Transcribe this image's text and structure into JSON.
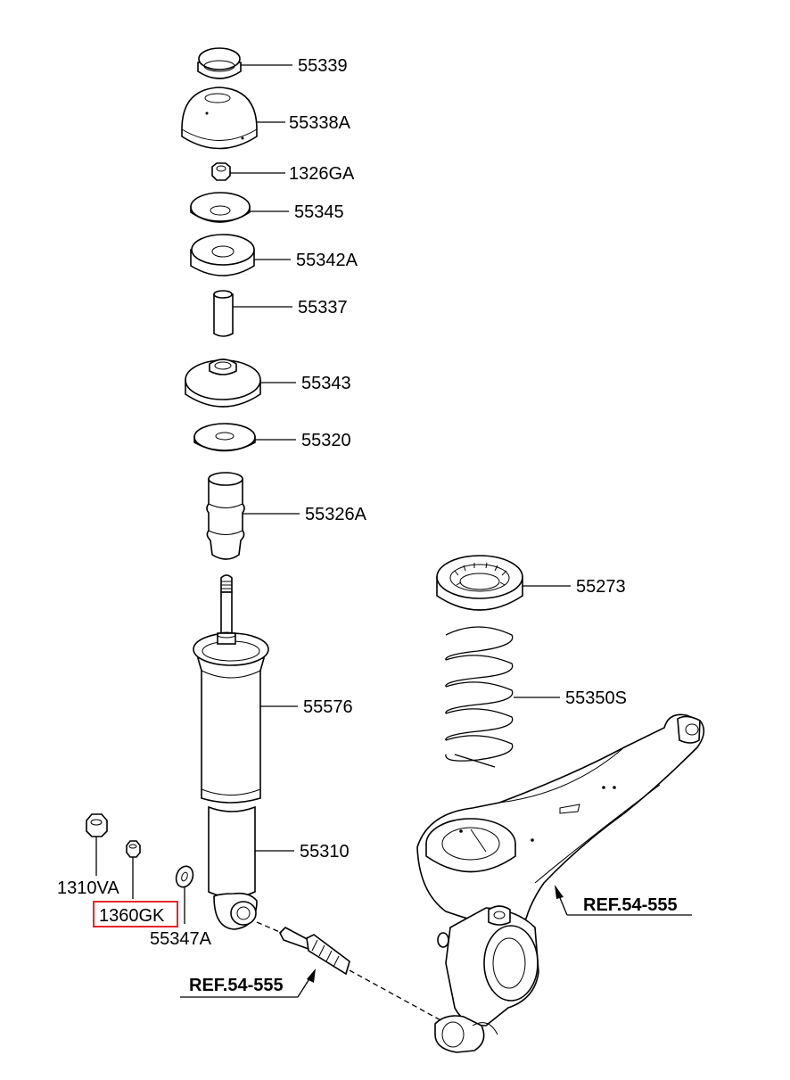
{
  "parts": {
    "p55339": "55339",
    "p55338A": "55338A",
    "p1326GA": "1326GA",
    "p55345": "55345",
    "p55342A": "55342A",
    "p55337": "55337",
    "p55343": "55343",
    "p55320": "55320",
    "p55326A": "55326A",
    "p55273": "55273",
    "p55576": "55576",
    "p55350S": "55350S",
    "p55310": "55310",
    "p1310VA": "1310VA",
    "p1360GK": "1360GK",
    "p55347A": "55347A"
  },
  "refs": {
    "ref_right": "REF.54-555",
    "ref_bottom": "REF.54-555"
  },
  "highlight": {
    "part": "1360GK",
    "color": "#e8262a"
  }
}
